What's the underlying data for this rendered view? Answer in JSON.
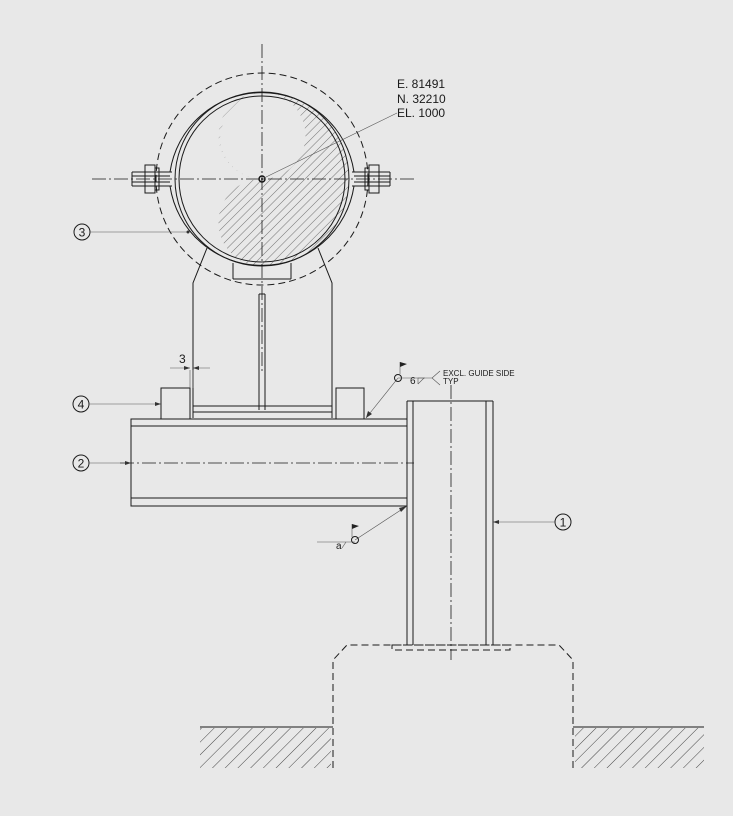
{
  "pipe_coordinates": {
    "easting": "E. 81491",
    "northing": "N. 32210",
    "elevation": "EL. 1000"
  },
  "callouts": {
    "item_1": "1",
    "item_2": "2",
    "item_3": "3",
    "item_4": "4"
  },
  "dimensions": {
    "gap": "3"
  },
  "welds": {
    "top_size": "6",
    "top_note_line1": "EXCL. GUIDE SIDE",
    "top_note_line2": "TYP",
    "bottom_size": "a"
  }
}
